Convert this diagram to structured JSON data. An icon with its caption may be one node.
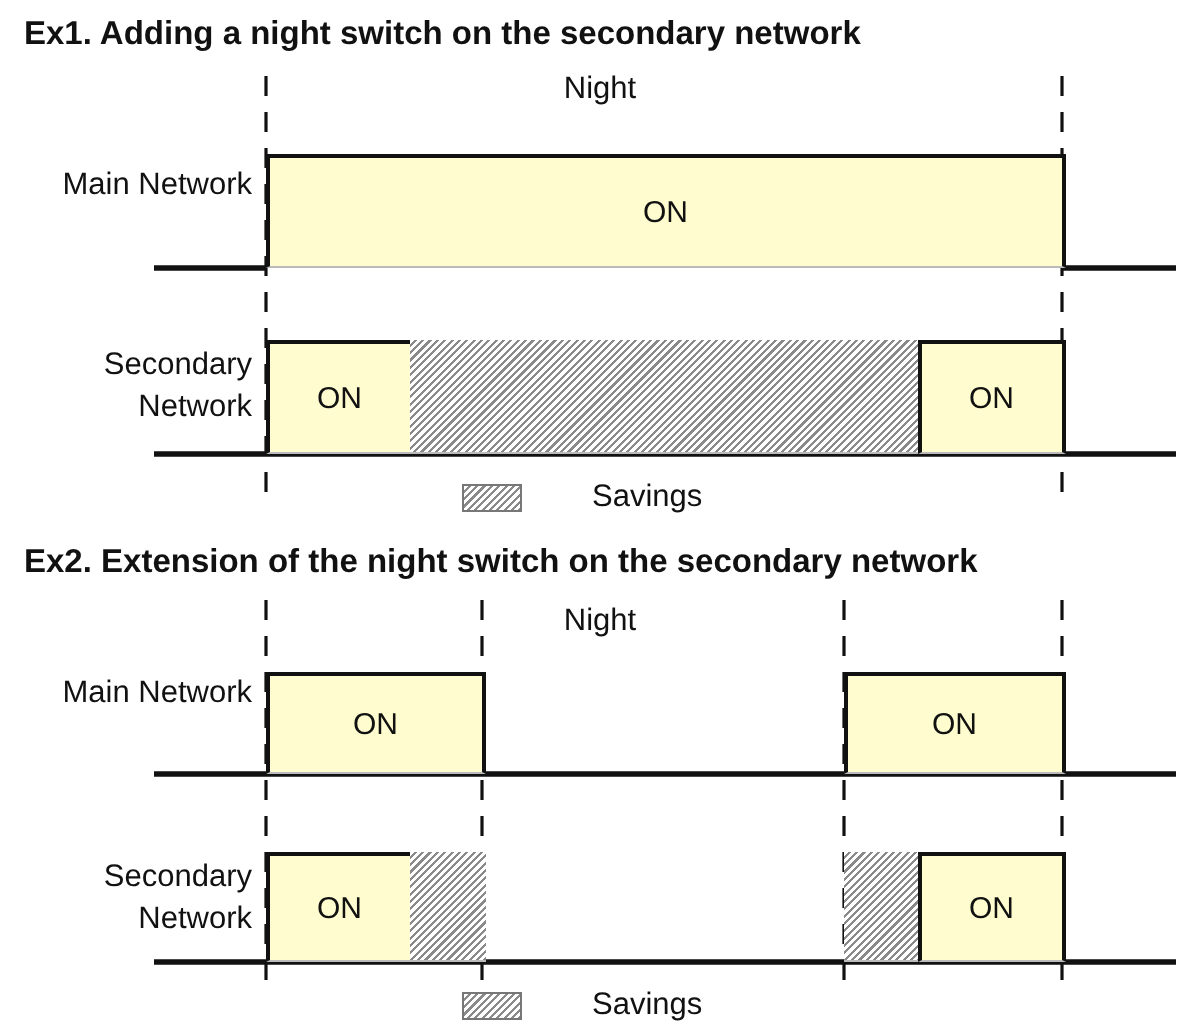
{
  "diagram": {
    "nodes": [
      {
        "text": [
          "ON"
        ]
      },
      {
        "text": [
          "ON"
        ]
      },
      {
        "text": [],
        "shape": "box"
      },
      {
        "text": [
          "ON"
        ]
      },
      {
        "text": [
          "ON"
        ]
      },
      {
        "text": [
          "ON"
        ]
      },
      {
        "text": [
          "ON"
        ]
      },
      {
        "text": [],
        "shape": "box"
      },
      {
        "text": [],
        "shape": "box"
      },
      {
        "text": [
          "ON"
        ]
      }
    ],
    "labels": [
      "Ex1. Adding a night switch on the secondary network",
      "Night",
      "Main Network",
      "Secondary Network",
      "Ex2. Extension of the night switch on the secondary network",
      "Night",
      "Main Network",
      "Secondary Network"
    ],
    "legend": [
      {
        "text": "Savings"
      },
      {
        "text": "Savings"
      }
    ]
  }
}
